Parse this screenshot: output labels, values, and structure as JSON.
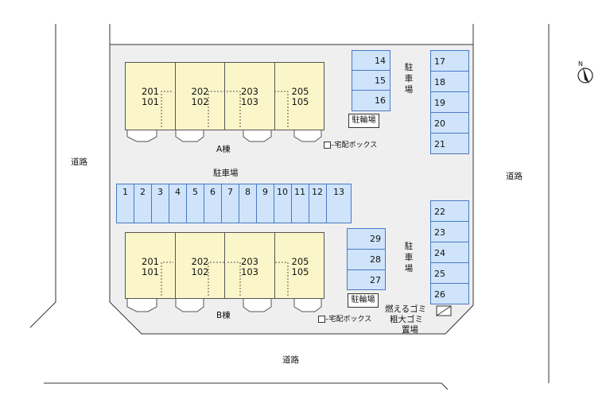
{
  "roads": {
    "left": "道路",
    "right": "道路",
    "bottom": "道路"
  },
  "building_a": {
    "label": "A棟",
    "units": [
      {
        "upper": "201",
        "lower": "101"
      },
      {
        "upper": "202",
        "lower": "102"
      },
      {
        "upper": "203",
        "lower": "103"
      },
      {
        "upper": "205",
        "lower": "105"
      }
    ]
  },
  "building_b": {
    "label": "B棟",
    "units": [
      {
        "upper": "201",
        "lower": "101"
      },
      {
        "upper": "202",
        "lower": "102"
      },
      {
        "upper": "203",
        "lower": "103"
      },
      {
        "upper": "205",
        "lower": "105"
      }
    ]
  },
  "parking": {
    "center_label": "駐車場",
    "right_label_top": "駐車場",
    "right_label_bottom": "駐車場",
    "row_center": [
      "1",
      "2",
      "3",
      "4",
      "5",
      "6",
      "7",
      "8",
      "9",
      "10",
      "11",
      "12",
      "13"
    ],
    "col_upper_inner": [
      "14",
      "15",
      "16"
    ],
    "col_upper_outer": [
      "17",
      "18",
      "19",
      "20",
      "21"
    ],
    "col_lower_outer": [
      "22",
      "23",
      "24",
      "25",
      "26"
    ],
    "col_lower_inner": [
      "29",
      "28",
      "27"
    ]
  },
  "facilities": {
    "bicycle_top": "駐輪場",
    "bicycle_bottom": "駐輪場",
    "delivery_box_top": "宅配ボックス",
    "delivery_box_bottom": "宅配ボックス",
    "garbage_line1": "燃えるゴミ",
    "garbage_line2": "粗大ゴミ",
    "garbage_line3": "置場"
  },
  "compass": {
    "north_label": "N"
  },
  "colors": {
    "building_fill": "#fbf6c9",
    "parking_fill": "#cfe4fb",
    "parking_border": "#4a78c5",
    "lot_fill": "#efefef"
  }
}
